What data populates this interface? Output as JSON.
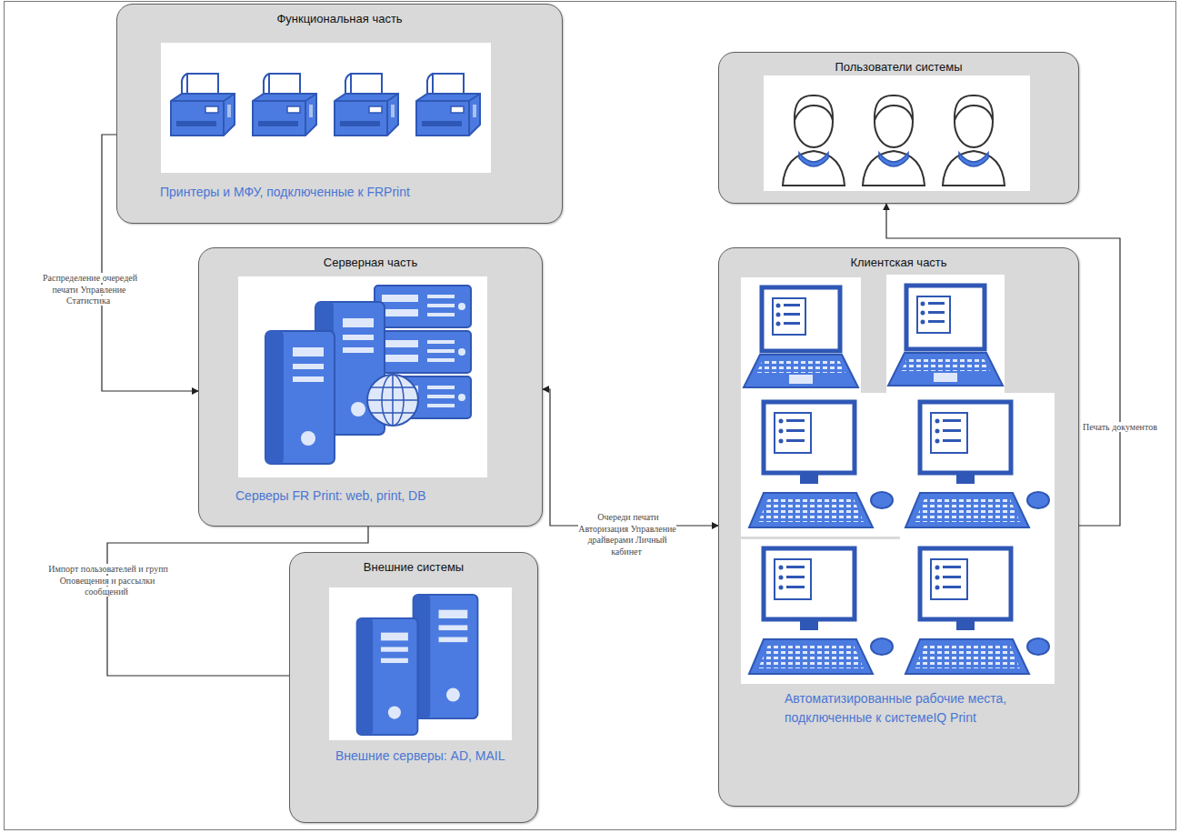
{
  "diagram": {
    "nodes": [
      {
        "text": [
          "Функциональная часть",
          "Принтеры и МФУ, подключенные к FRPrint"
        ]
      },
      {
        "text": [
          "Пользователи системы"
        ]
      },
      {
        "text": [
          "Серверная часть",
          "Серверы FR Print: web, print, DB"
        ]
      },
      {
        "text": [
          "Клиентская часть",
          "Автоматизированные рабочие места, подключенные к системеIQ Print"
        ]
      },
      {
        "text": [
          "Внешние системы",
          "Внешние серверы: AD, MAIL"
        ]
      }
    ],
    "edges": [
      {
        "from": 0,
        "to": 2,
        "arrow": "to",
        "label": "Распределение очередей печати Управление Статистика"
      },
      {
        "from": 2,
        "to": 3,
        "arrow": "both",
        "label": "Очереди печати Авторизация Управление драйверами Личный кабинет"
      },
      {
        "from": 3,
        "to": 1,
        "arrow": "to",
        "label": "Печать документов"
      },
      {
        "from": 2,
        "to": 4,
        "arrow": "none",
        "label": "Импорт пользователей и групп Оповещения и рассылки сообщений"
      }
    ]
  }
}
